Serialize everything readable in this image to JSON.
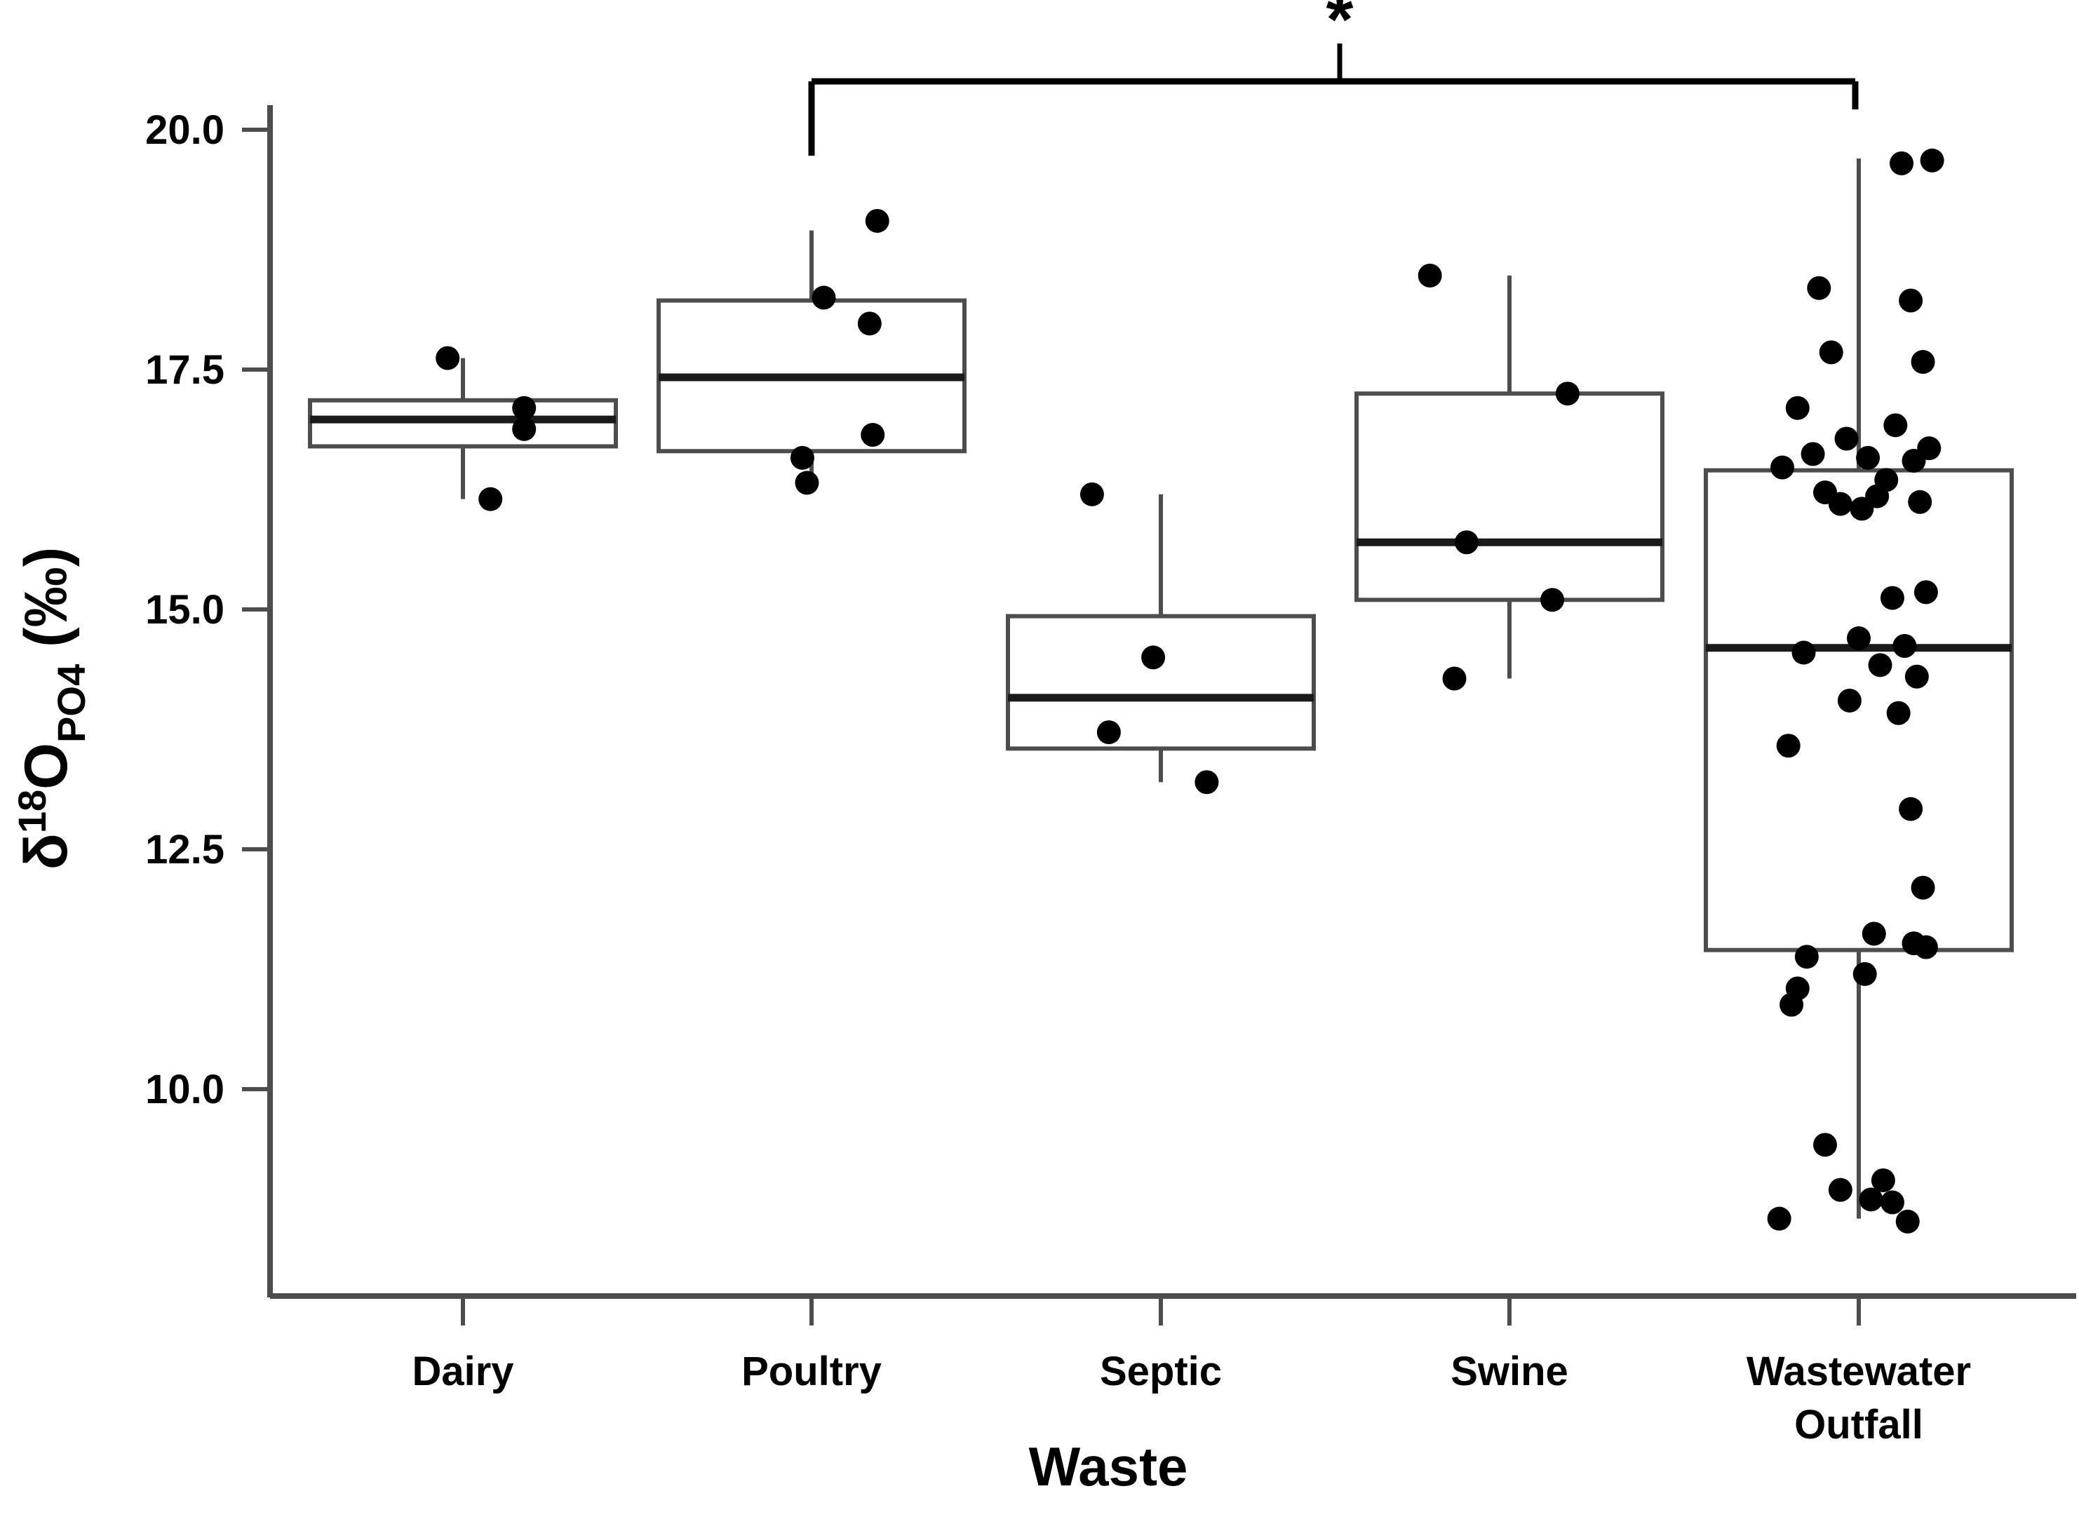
{
  "chart_data": {
    "type": "box",
    "title": "",
    "xlabel": "Waste",
    "ylabel": "δ18OPO4 (‰)",
    "ylabel_parts": {
      "delta": "δ",
      "sup": "18",
      "element": "O",
      "sub": "PO4",
      "units": " (‰)"
    },
    "ylim": [
      8.4,
      20.4
    ],
    "yticks": [
      10.0,
      12.5,
      15.0,
      17.5,
      20.0
    ],
    "ytick_labels": [
      "10.0",
      "12.5",
      "15.0",
      "17.5",
      "20.0"
    ],
    "grid": false,
    "legend": null,
    "categories": [
      "Dairy",
      "Poultry",
      "Septic",
      "Swine",
      "Wastewater Outfall"
    ],
    "category_label_lines": [
      [
        "Dairy"
      ],
      [
        "Poultry"
      ],
      [
        "Septic"
      ],
      [
        "Swine"
      ],
      [
        "Wastewater",
        "Outfall"
      ]
    ],
    "annotations": [
      {
        "type": "significance-bracket",
        "symbol": "*",
        "from": "Poultry",
        "to": "Wastewater Outfall",
        "meaning": "significant difference"
      }
    ],
    "boxes": [
      {
        "category": "Dairy",
        "lower_whisker": 16.15,
        "q1": 16.7,
        "median": 16.98,
        "q3": 17.18,
        "upper_whisker": 17.62
      },
      {
        "category": "Poultry",
        "lower_whisker": 16.3,
        "q1": 16.65,
        "median": 17.42,
        "q3": 18.22,
        "upper_whisker": 18.95
      },
      {
        "category": "Septic",
        "lower_whisker": 13.2,
        "q1": 13.55,
        "median": 14.08,
        "q3": 14.93,
        "upper_whisker": 16.2
      },
      {
        "category": "Swine",
        "lower_whisker": 14.28,
        "q1": 15.1,
        "median": 15.7,
        "q3": 17.25,
        "upper_whisker": 18.48
      },
      {
        "category": "Wastewater Outfall",
        "lower_whisker": 8.65,
        "q1": 11.45,
        "median": 14.6,
        "q3": 16.45,
        "upper_whisker": 19.7
      }
    ],
    "points": {
      "Dairy": [
        17.62,
        17.1,
        16.88,
        16.15
      ],
      "Poultry": [
        19.05,
        18.25,
        17.98,
        16.82,
        16.58,
        16.32
      ],
      "Septic": [
        16.2,
        14.5,
        13.72,
        13.2
      ],
      "Swine": [
        18.48,
        17.25,
        15.7,
        15.1,
        14.28
      ],
      "Wastewater Outfall": [
        19.65,
        19.68,
        18.35,
        18.22,
        17.68,
        17.58,
        17.1,
        16.92,
        16.78,
        16.68,
        16.62,
        16.58,
        16.55,
        16.48,
        16.35,
        16.22,
        16.18,
        16.12,
        16.1,
        16.05,
        15.18,
        15.12,
        14.7,
        14.62,
        14.55,
        14.42,
        14.3,
        14.05,
        13.92,
        13.58,
        12.92,
        12.1,
        11.62,
        11.52,
        11.48,
        11.38,
        11.2,
        11.05,
        10.88,
        9.42,
        9.05,
        8.95,
        8.85,
        8.82,
        8.65,
        8.62
      ]
    }
  },
  "axis": {
    "y_title_text": "δ18OPO4 (‰)",
    "x_title_text": "Waste"
  }
}
